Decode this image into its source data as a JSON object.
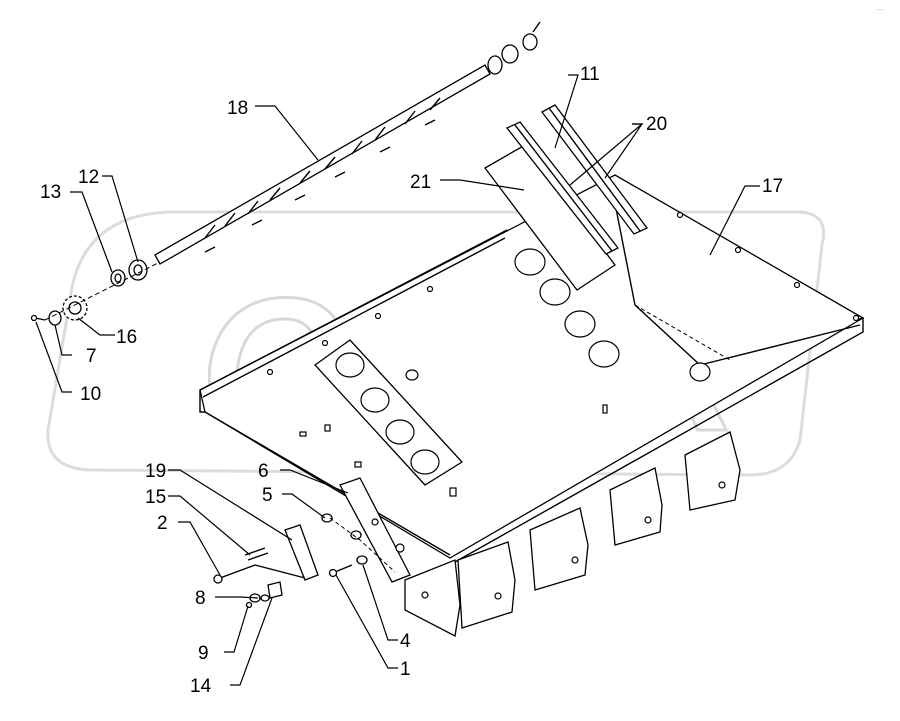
{
  "watermark": {
    "text": "OREX"
  },
  "corner_mark": "···",
  "callouts": {
    "c1": "1",
    "c2": "2",
    "c4": "4",
    "c5": "5",
    "c6": "6",
    "c7": "7",
    "c8": "8",
    "c9": "9",
    "c10": "10",
    "c11": "11",
    "c12": "12",
    "c13": "13",
    "c14": "14",
    "c15": "15",
    "c16": "16",
    "c17": "17",
    "c18": "18",
    "c19": "19",
    "c20": "20",
    "c21": "21"
  }
}
